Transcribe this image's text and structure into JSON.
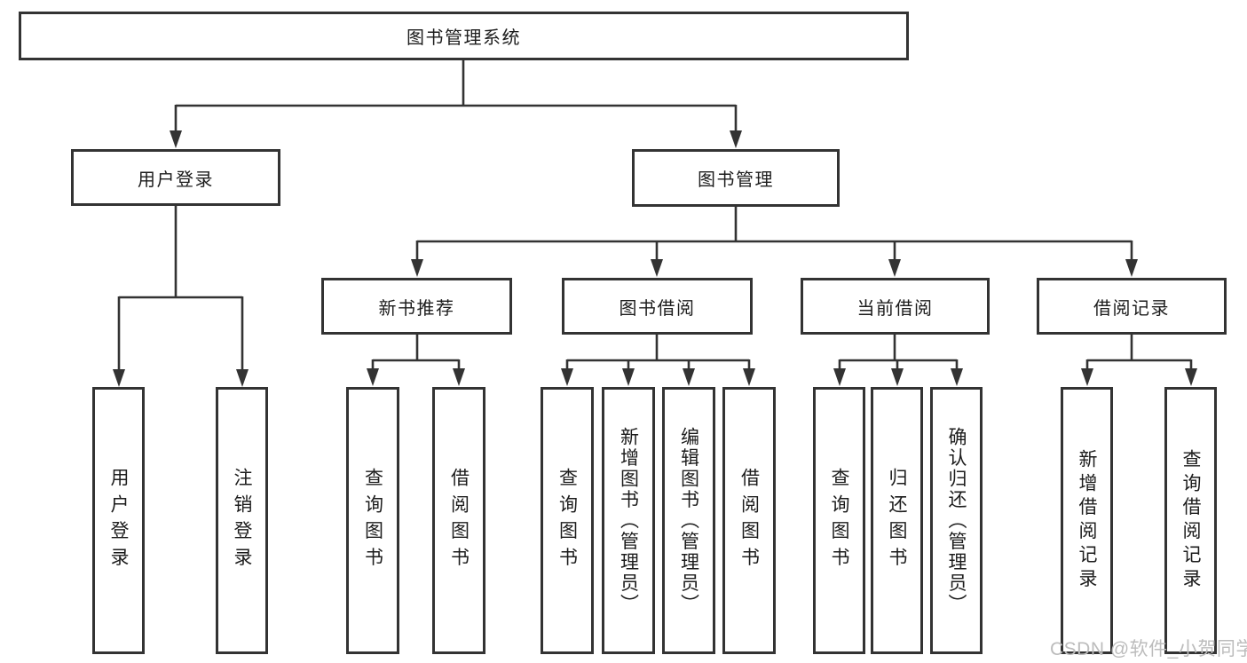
{
  "diagram": {
    "root": {
      "label": "图书管理系统"
    },
    "level2": [
      {
        "label": "用户登录"
      },
      {
        "label": "图书管理"
      }
    ],
    "level3": [
      {
        "label": "新书推荐"
      },
      {
        "label": "图书借阅"
      },
      {
        "label": "当前借阅"
      },
      {
        "label": "借阅记录"
      }
    ],
    "leaves": [
      {
        "label": "用户登录"
      },
      {
        "label": "注销登录"
      },
      {
        "label": "查询图书"
      },
      {
        "label": "借阅图书"
      },
      {
        "label": "查询图书"
      },
      {
        "label": "新增图书（管理员）"
      },
      {
        "label": "编辑图书（管理员）"
      },
      {
        "label": "借阅图书"
      },
      {
        "label": "查询图书"
      },
      {
        "label": "归还图书"
      },
      {
        "label": "确认归还（管理员）"
      },
      {
        "label": "新增借阅记录"
      },
      {
        "label": "查询借阅记录"
      }
    ],
    "watermark": "CSDN @软件_小贺同学",
    "colors": {
      "line": "#333333",
      "text": "#1c1c1c",
      "watermark": "#bcbcbc",
      "background": "#ffffff"
    }
  }
}
